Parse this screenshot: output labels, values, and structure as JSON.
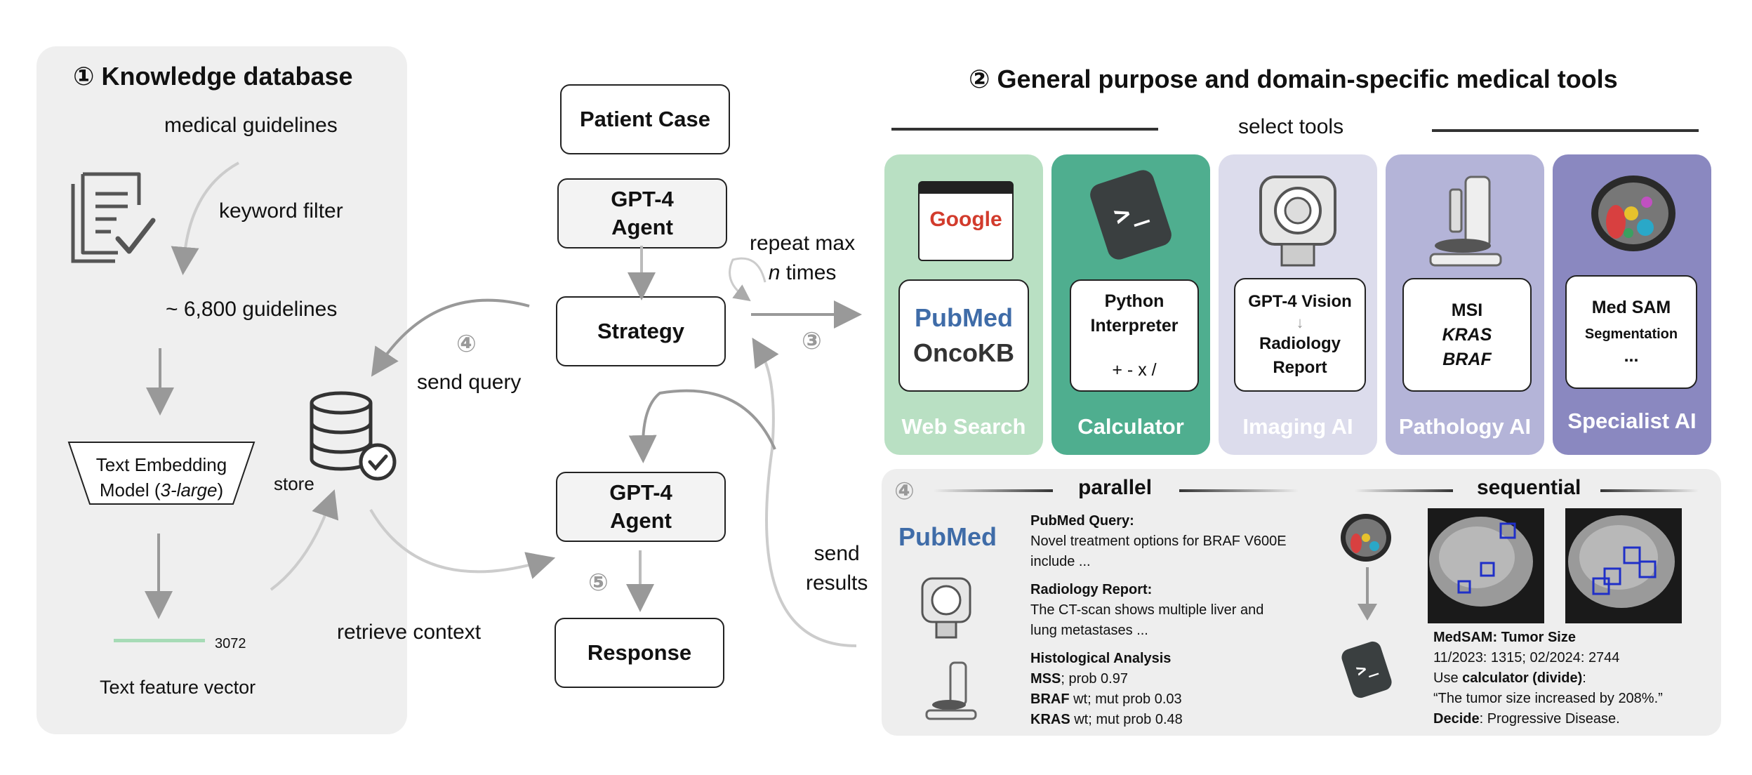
{
  "knowledge": {
    "title": "① Knowledge database",
    "guidelines": "medical guidelines",
    "filter": "keyword filter",
    "count": "~ 6,800 guidelines",
    "embed_line1": "Text Embedding",
    "embed_line2_prefix": "Model (",
    "embed_line2_italic": "3-large",
    "embed_line2_suffix": ")",
    "dim": "3072",
    "vector": "Text feature vector",
    "store": "store"
  },
  "flow": {
    "patient_case": "Patient Case",
    "agent1_a": "GPT-4",
    "agent1_b": "Agent",
    "strategy": "Strategy",
    "agent2_a": "GPT-4",
    "agent2_b": "Agent",
    "response": "Response",
    "repeat_a": "repeat max",
    "repeat_n": "n",
    "repeat_b": " times",
    "send_query": "send query",
    "retrieve": "retrieve context",
    "send_results_a": "send",
    "send_results_b": "results",
    "step3": "③",
    "step4": "④",
    "step5": "⑤"
  },
  "tools": {
    "title": "② General purpose and domain-specific medical tools",
    "select": "select tools",
    "cards": [
      {
        "label": "Web Search",
        "color": "#b9e0c3"
      },
      {
        "label": "Calculator",
        "color": "#4fae8f"
      },
      {
        "label": "Imaging AI",
        "color": "#dcdcec"
      },
      {
        "label": "Pathology AI",
        "color": "#b4b4d8"
      },
      {
        "label": "Specialist AI",
        "color": "#8a88c0"
      }
    ],
    "google": "Google",
    "pubmed": "PubMed",
    "oncokb": "OncoKB",
    "python_a": "Python",
    "python_b": "Interpreter",
    "ops": "+ - x /",
    "vision": "GPT-4 Vision",
    "radiology_a": "Radiology",
    "radiology_b": "Report",
    "msi": "MSI",
    "kras": "KRAS",
    "braf": "BRAF",
    "medsam": "Med SAM",
    "segmentation": "Segmentation",
    "ellipsis": "..."
  },
  "bottom": {
    "step": "④",
    "parallel": "parallel",
    "sequential": "sequential",
    "pubmed_logo": "PubMed",
    "pubmed_title": "PubMed Query:",
    "pubmed_l1": "Novel treatment options for BRAF V600E",
    "pubmed_l2": "include ...",
    "radio_title": "Radiology Report:",
    "radio_l1": "The CT-scan shows multiple liver and",
    "radio_l2": "lung metastases ...",
    "histo_title": "Histological Analysis",
    "mss": "MSS",
    "mss_val": "; prob 0.97",
    "braf": "BRAF",
    "braf_val": " wt; mut prob 0.03",
    "kras": "KRAS",
    "kras_val": " wt; mut prob 0.48",
    "medsam_title": "MedSAM: Tumor Size",
    "sizes": "11/2023:  1315;  02/2024: 2744",
    "use_prefix": "Use ",
    "use_bold": "calculator (divide)",
    "use_suffix": ":",
    "quote": "“The tumor size increased by 208%.”",
    "decide_bold": "Decide",
    "decide_rest": ": Progressive Disease."
  }
}
